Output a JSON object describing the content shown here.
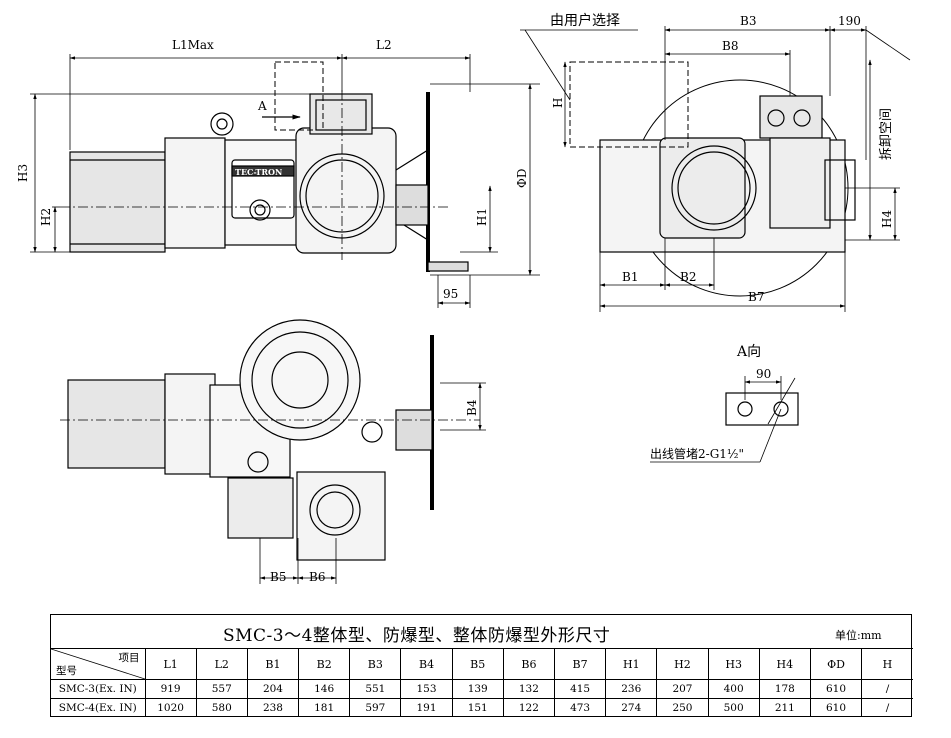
{
  "labels": {
    "L1": "L1Max",
    "L2": "L2",
    "H3": "H3",
    "H2": "H2",
    "H1": "H1",
    "D": "ΦD",
    "d95": "95",
    "A": "A",
    "brand": "TEC-TRON",
    "user_choice": "由用户选择",
    "B3": "B3",
    "B8": "B8",
    "d190": "190",
    "H": "H",
    "clearance": "拆卸空间",
    "H4": "H4",
    "B1": "B1",
    "B2": "B2",
    "B7": "B7",
    "B4": "B4",
    "B5": "B5",
    "B6": "B6",
    "view_a": "A向",
    "d90": "90",
    "plug": "出线管堵2-G1½\""
  },
  "table": {
    "title": "SMC-3～4整体型、防爆型、整体防爆型外形尺寸",
    "unit_label": "单位:",
    "unit": "mm",
    "corner_top": "项目",
    "corner_bottom": "型号",
    "columns": [
      "L1",
      "L2",
      "B1",
      "B2",
      "B3",
      "B4",
      "B5",
      "B6",
      "B7",
      "H1",
      "H2",
      "H3",
      "H4",
      "ΦD",
      "H"
    ],
    "rows": [
      {
        "model": "SMC-3(Ex. IN)",
        "values": [
          "919",
          "557",
          "204",
          "146",
          "551",
          "153",
          "139",
          "132",
          "415",
          "236",
          "207",
          "400",
          "178",
          "610",
          "/"
        ]
      },
      {
        "model": "SMC-4(Ex. IN)",
        "values": [
          "1020",
          "580",
          "238",
          "181",
          "597",
          "191",
          "151",
          "122",
          "473",
          "274",
          "250",
          "500",
          "211",
          "610",
          "/"
        ]
      }
    ]
  }
}
